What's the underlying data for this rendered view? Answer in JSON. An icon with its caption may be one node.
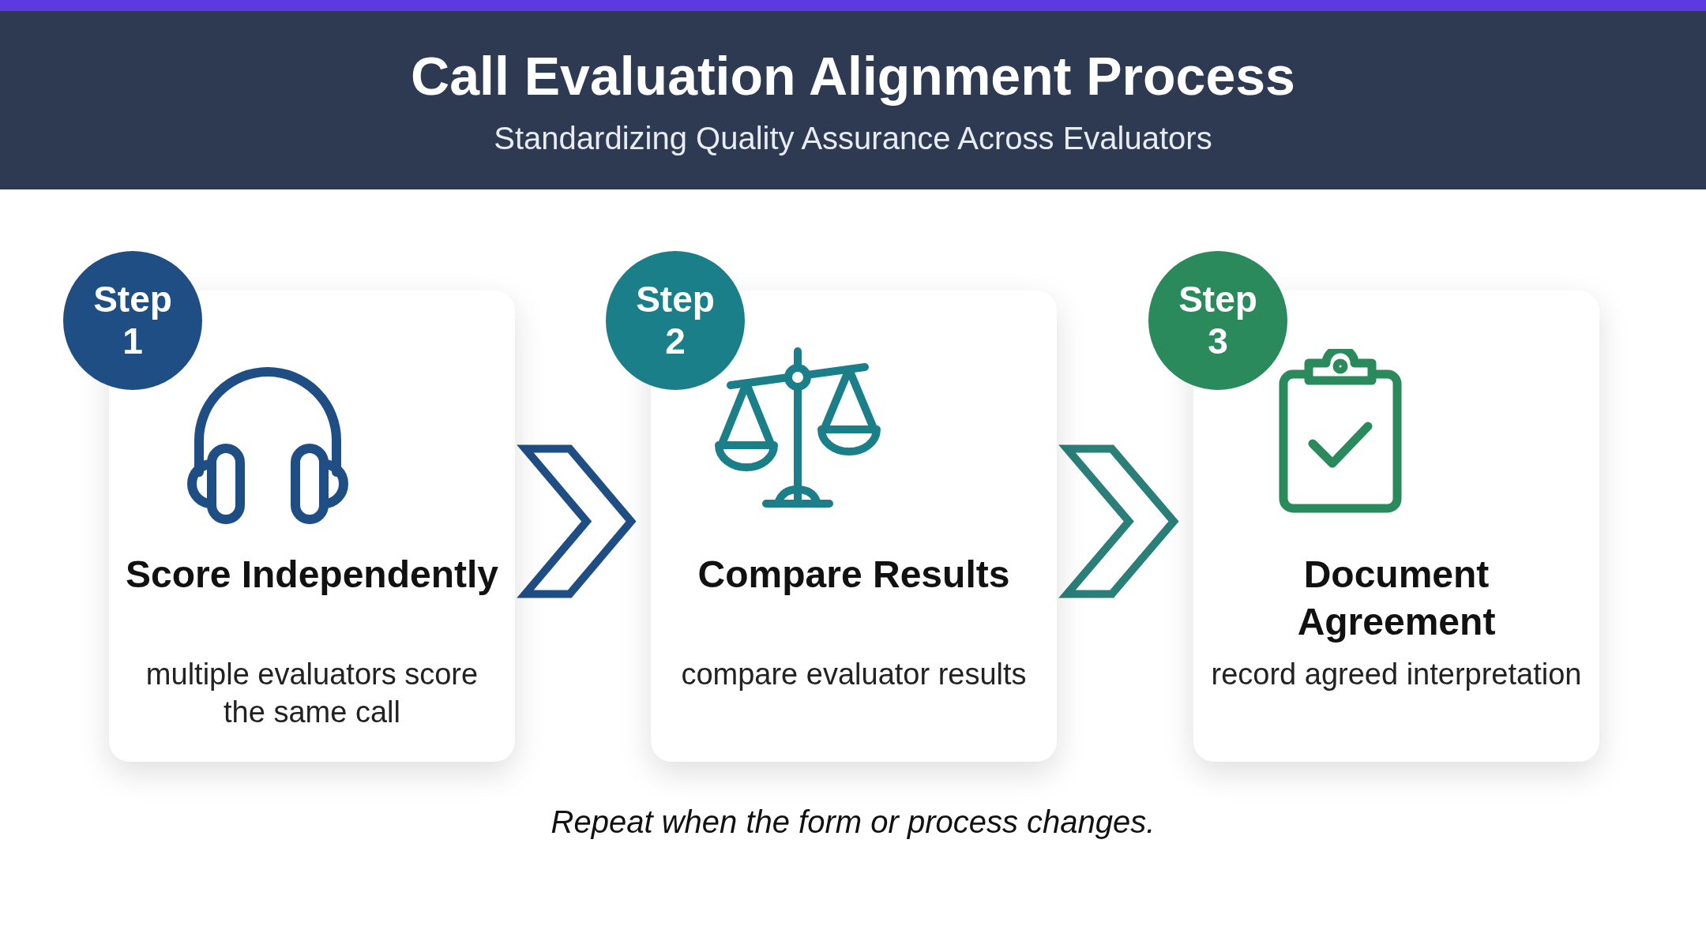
{
  "diagram": {
    "title": "Call Evaluation Alignment Process",
    "caption": "Repeat when the form or process changes.",
    "nodes": [
      {
        "text": [
          "Score Independently",
          "multiple evaluators score the same call"
        ]
      },
      {
        "text": [
          "Step 1"
        ]
      },
      {
        "text": [
          "Compare Results",
          "compare evaluator results"
        ]
      },
      {
        "text": [
          "Step 2"
        ]
      },
      {
        "text": [
          "Document Agreement",
          "record agreed interpretation"
        ]
      },
      {
        "text": [
          "Step 3"
        ]
      }
    ],
    "edges": [
      {
        "from": 0,
        "to": 2,
        "arrow": "to",
        "color": "#1f4e85"
      },
      {
        "from": 2,
        "to": 4,
        "arrow": "to",
        "color": "#2a7f78"
      }
    ],
    "labels": [
      "Standardizing Quality Assurance Across Evaluators"
    ]
  }
}
